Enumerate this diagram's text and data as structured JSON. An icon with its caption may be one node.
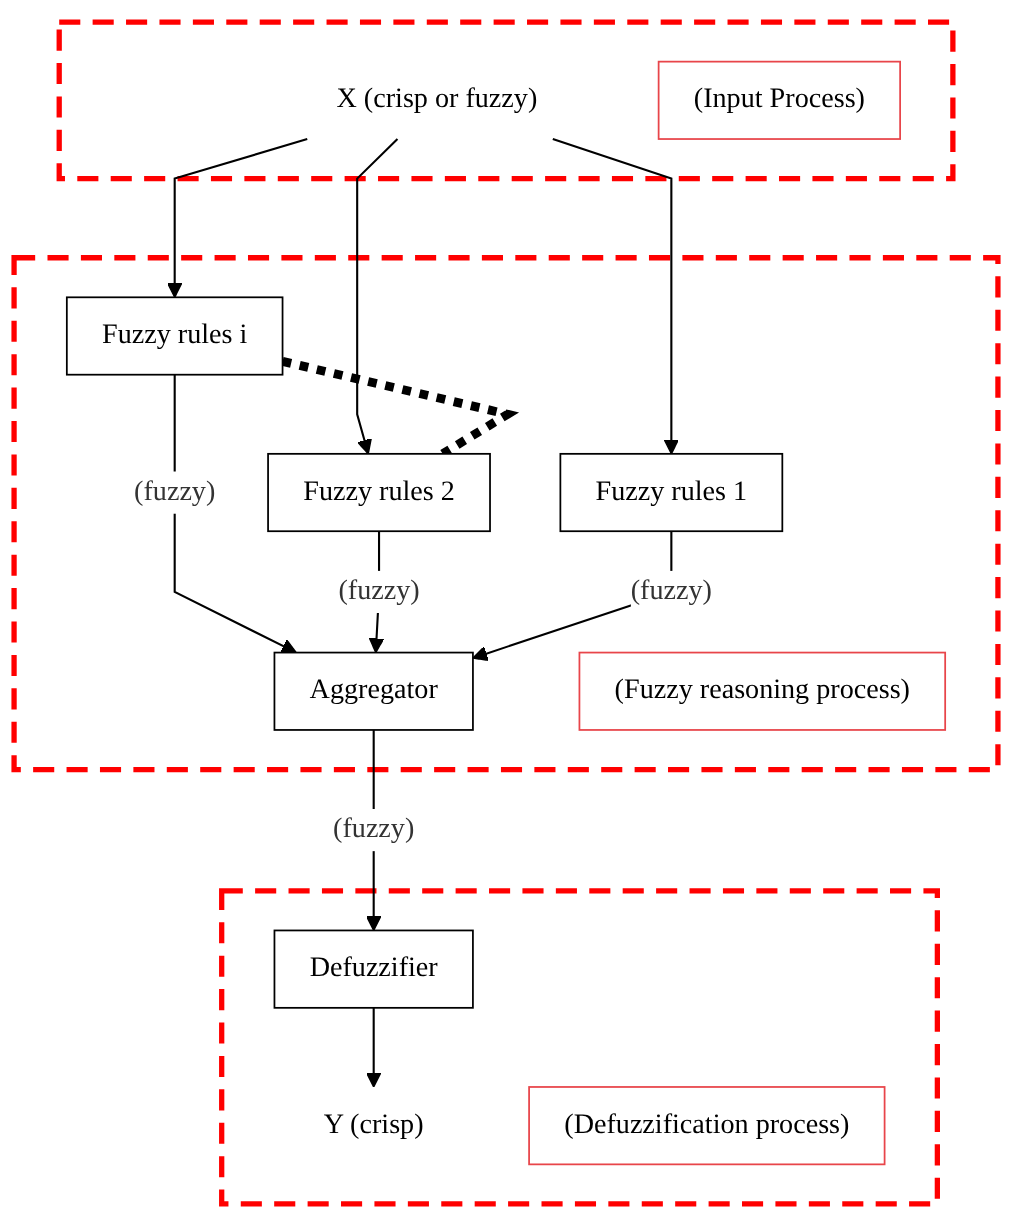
{
  "diagram": {
    "nodes": [
      {
        "text": [],
        "shape": "box"
      },
      {
        "text": [
          "X (crisp or fuzzy)"
        ],
        "in": 0
      },
      {
        "text": [
          "(Input Process)"
        ],
        "in": 0
      },
      {
        "text": [],
        "shape": "box"
      },
      {
        "text": [
          "Fuzzy rules i"
        ],
        "in": 3
      },
      {
        "text": [
          "Fuzzy rules 2"
        ],
        "in": 3
      },
      {
        "text": [
          "Fuzzy rules 1"
        ],
        "in": 3
      },
      {
        "text": [
          "Aggregator"
        ],
        "in": 3
      },
      {
        "text": [
          "(Fuzzy reasoning process)"
        ],
        "in": 3
      },
      {
        "text": [],
        "shape": "box"
      },
      {
        "text": [
          "Defuzzifier"
        ],
        "in": 9
      },
      {
        "text": [
          "Y (crisp)"
        ],
        "in": 9
      },
      {
        "text": [
          "(Defuzzification process)"
        ],
        "in": 9
      }
    ],
    "edges": [
      {
        "from": 1,
        "to": 4,
        "arrow": "to"
      },
      {
        "from": 1,
        "to": 5,
        "arrow": "to"
      },
      {
        "from": 1,
        "to": 6,
        "arrow": "to"
      },
      {
        "from": 4,
        "to": 5,
        "arrow": "none",
        "style": "dashed"
      },
      {
        "from": 4,
        "to": 7,
        "arrow": "to",
        "label": "(fuzzy)"
      },
      {
        "from": 5,
        "to": 7,
        "arrow": "to",
        "label": "(fuzzy)"
      },
      {
        "from": 6,
        "to": 7,
        "arrow": "to",
        "label": "(fuzzy)"
      },
      {
        "from": 7,
        "to": 10,
        "arrow": "to",
        "label": "(fuzzy)"
      },
      {
        "from": 10,
        "to": 11,
        "arrow": "to"
      }
    ]
  }
}
